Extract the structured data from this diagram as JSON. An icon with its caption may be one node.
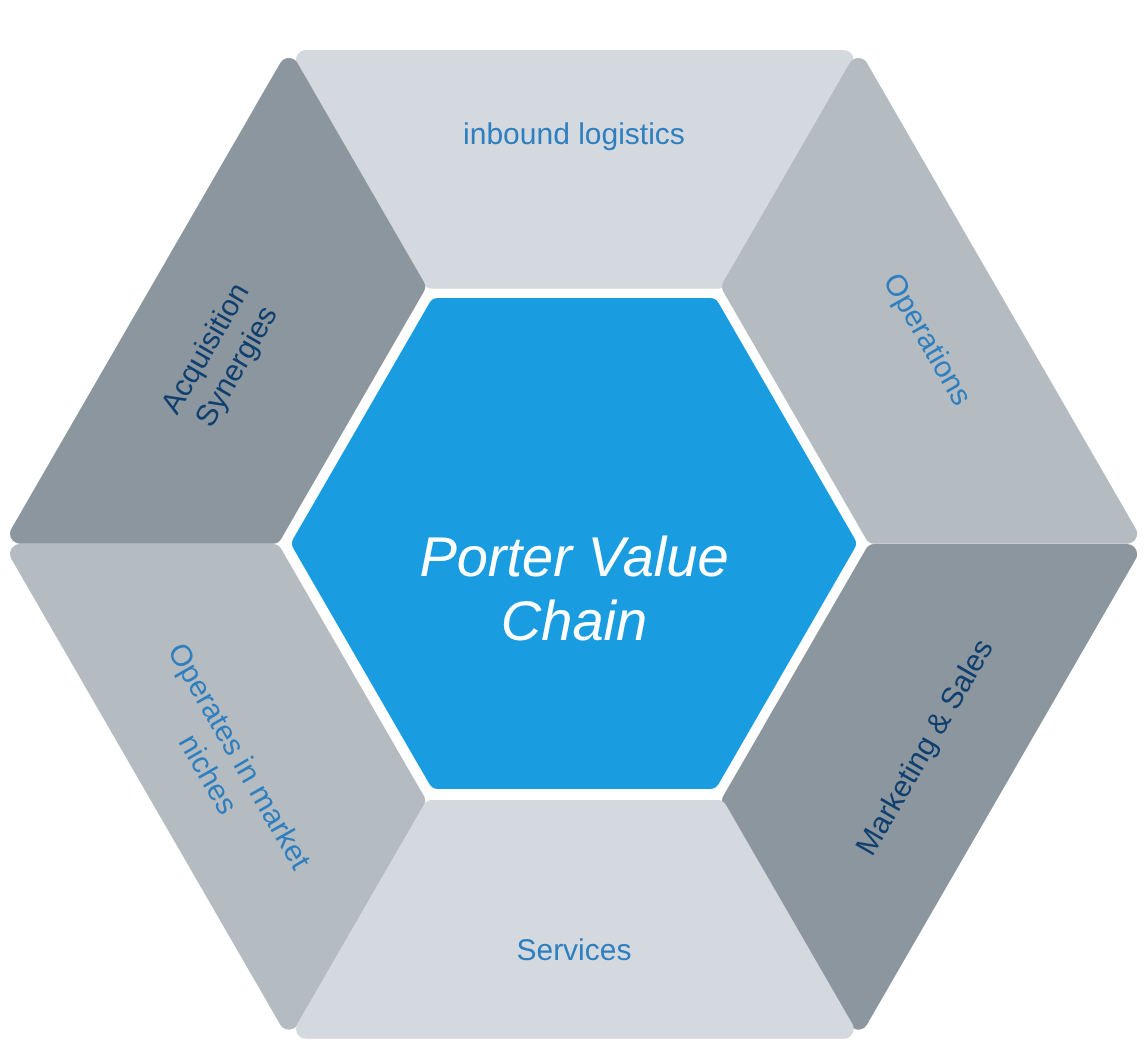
{
  "diagram": {
    "nodes": [
      {
        "text": [
          "inbound logistics"
        ]
      },
      {
        "text": [
          "Acquisition Synergies"
        ]
      },
      {
        "text": [
          "Operations"
        ]
      },
      {
        "text": [
          "Porter Value Chain"
        ]
      },
      {
        "text": [
          "Operates in market niches"
        ]
      },
      {
        "text": [
          "Marketing & Sales"
        ]
      },
      {
        "text": [
          "Services"
        ]
      }
    ]
  }
}
